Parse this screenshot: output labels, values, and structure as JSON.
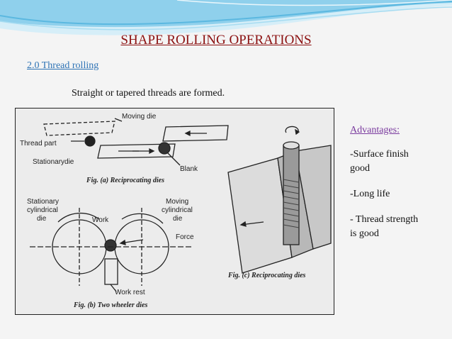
{
  "slide": {
    "title": "SHAPE ROLLING OPERATIONS",
    "subtitle": "2.0  Thread rolling",
    "body": "Straight or tapered threads are formed."
  },
  "figure": {
    "labels": {
      "moving_die_top": "Moving die",
      "thread_part": "Thread part",
      "stationary_die": "Stationarydie",
      "blank": "Blank",
      "stationary_cyl_1": "Stationary",
      "stationary_cyl_2": "cylindrical",
      "stationary_cyl_3": "die",
      "work": "Work",
      "moving_cyl_1": "Moving",
      "moving_cyl_2": "cylindrical",
      "moving_cyl_3": "die",
      "force": "Force",
      "work_rest": "Work rest"
    },
    "captions": {
      "a": "Fig. (a) Reciprocating dies",
      "b": "Fig. (b) Two wheeler dies",
      "c": "Fig. (c) Reciprocating dies"
    }
  },
  "advantages": {
    "heading": "Advantages:",
    "items": [
      {
        "line1": "-Surface finish",
        "line2": "good"
      },
      {
        "line1": "-Long life",
        "line2": ""
      },
      {
        "line1": "- Thread strength",
        "line2": "is good"
      }
    ]
  },
  "colors": {
    "title": "#8b1010",
    "subtitle": "#2e73b5",
    "heading": "#7a3a9e",
    "swoosh": "#5bb8e0"
  }
}
